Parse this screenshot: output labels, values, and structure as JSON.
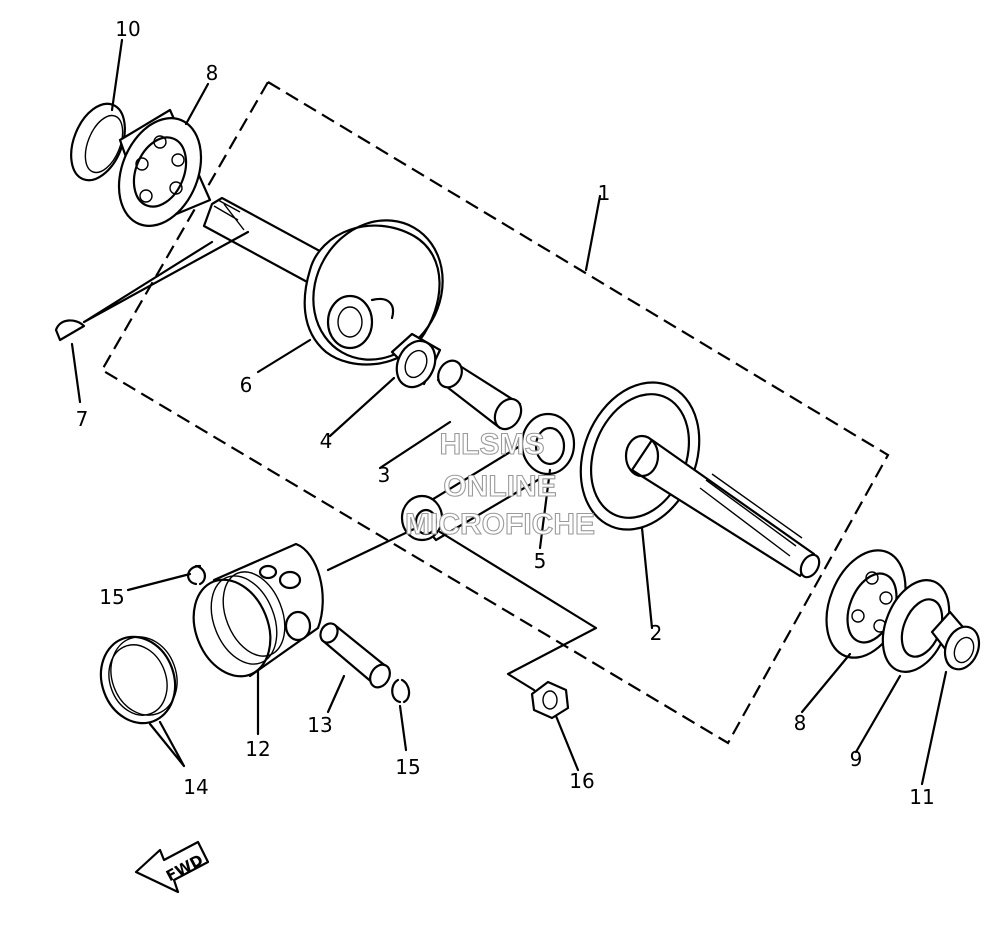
{
  "diagram": {
    "callouts": {
      "c1": "1",
      "c2": "2",
      "c3": "3",
      "c4": "4",
      "c5": "5",
      "c6": "6",
      "c7": "7",
      "c8a": "8",
      "c8b": "8",
      "c9": "9",
      "c10": "10",
      "c11": "11",
      "c12": "12",
      "c13": "13",
      "c14": "14",
      "c15a": "15",
      "c15b": "15",
      "c16": "16"
    },
    "direction_label": "FWD",
    "watermark": [
      "HLSMS",
      "ONLINE",
      "MICROFICHE"
    ]
  }
}
